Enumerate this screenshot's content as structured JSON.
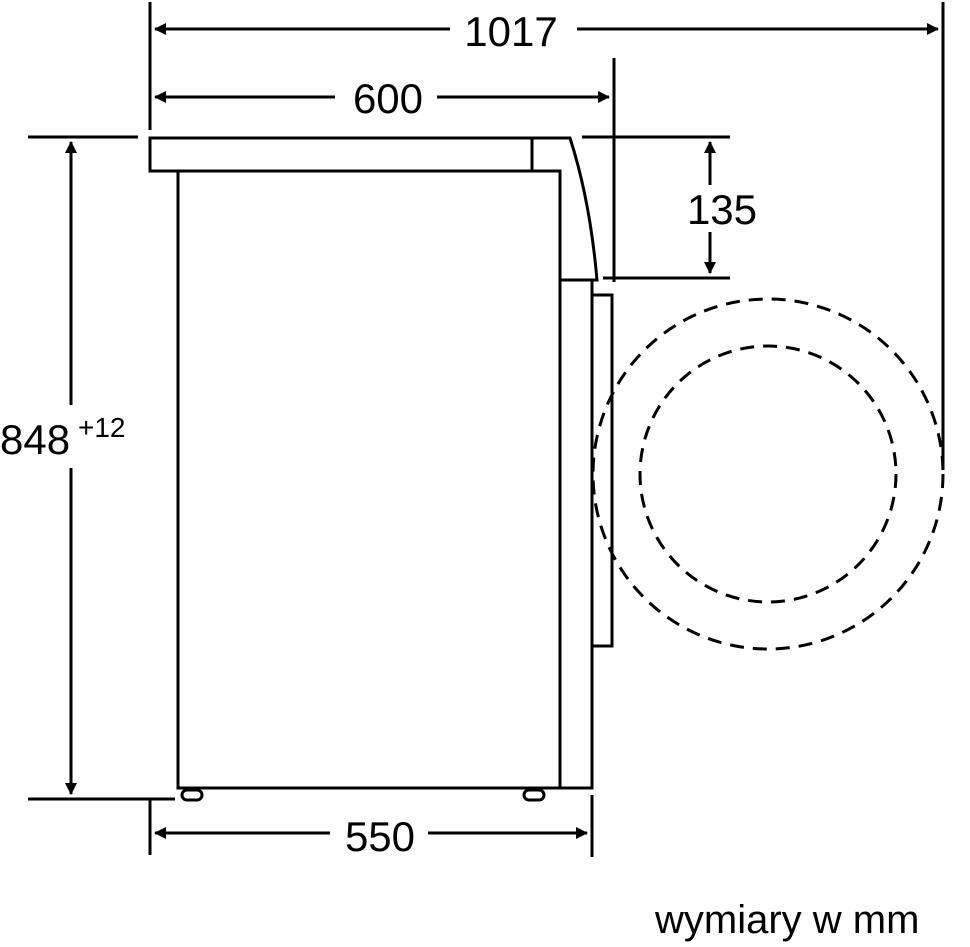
{
  "diagram": {
    "title": "Washing machine side view dimensions",
    "dimensions": {
      "total_depth_with_door_open": "1017",
      "depth": "600",
      "top_to_door_offset": "135",
      "height_main": "848",
      "height_tolerance": "+12",
      "base_depth": "550"
    },
    "units_label": "wymiary w mm",
    "colors": {
      "line": "#000000",
      "background": "#ffffff"
    }
  }
}
